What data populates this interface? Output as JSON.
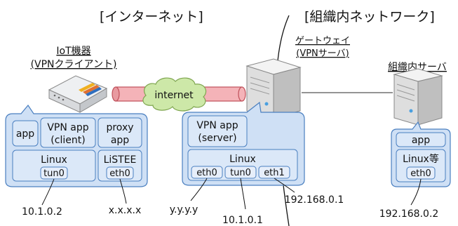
{
  "sections": {
    "internet": "[インターネット]",
    "internal_network": "[組織内ネットワーク]"
  },
  "devices": {
    "iot": {
      "name_line1": "IoT機器",
      "name_line2": "(VPNクライアント)",
      "stack": {
        "app": "app",
        "vpn_app_line1": "VPN app",
        "vpn_app_line2": "(client)",
        "proxy_line1": "proxy",
        "proxy_line2": "app",
        "linux": "Linux",
        "tun0": "tun0",
        "listee": "LiSTEE",
        "eth0": "eth0"
      },
      "addresses": {
        "tun0": "10.1.0.2",
        "eth0": "x.x.x.x"
      }
    },
    "gateway": {
      "name_line1": "ゲートウェイ",
      "name_line2": "(VPNサーバ)",
      "stack": {
        "vpn_app_line1": "VPN app",
        "vpn_app_line2": "(server)",
        "linux": "Linux",
        "eth0": "eth0",
        "tun0": "tun0",
        "eth1": "eth1"
      },
      "addresses": {
        "eth0": "y.y.y.y",
        "tun0": "10.1.0.1",
        "eth1": "192.168.0.1"
      }
    },
    "server": {
      "name": "組織内サーバ",
      "stack": {
        "app": "app",
        "linux": "Linux等",
        "eth0": "eth0"
      },
      "addresses": {
        "eth0": "192.168.0.2"
      }
    }
  },
  "tunnel": {
    "label": "internet"
  },
  "colors": {
    "bubble_fill": "#cfe0f5",
    "bubble_stroke": "#4a7fc0",
    "inner_fill": "#dbe8f8",
    "tunnel_fill": "#f4b3b8",
    "tunnel_stroke": "#c0505a",
    "cloud_fill": "#cde8a8",
    "cloud_stroke": "#7fa650"
  }
}
